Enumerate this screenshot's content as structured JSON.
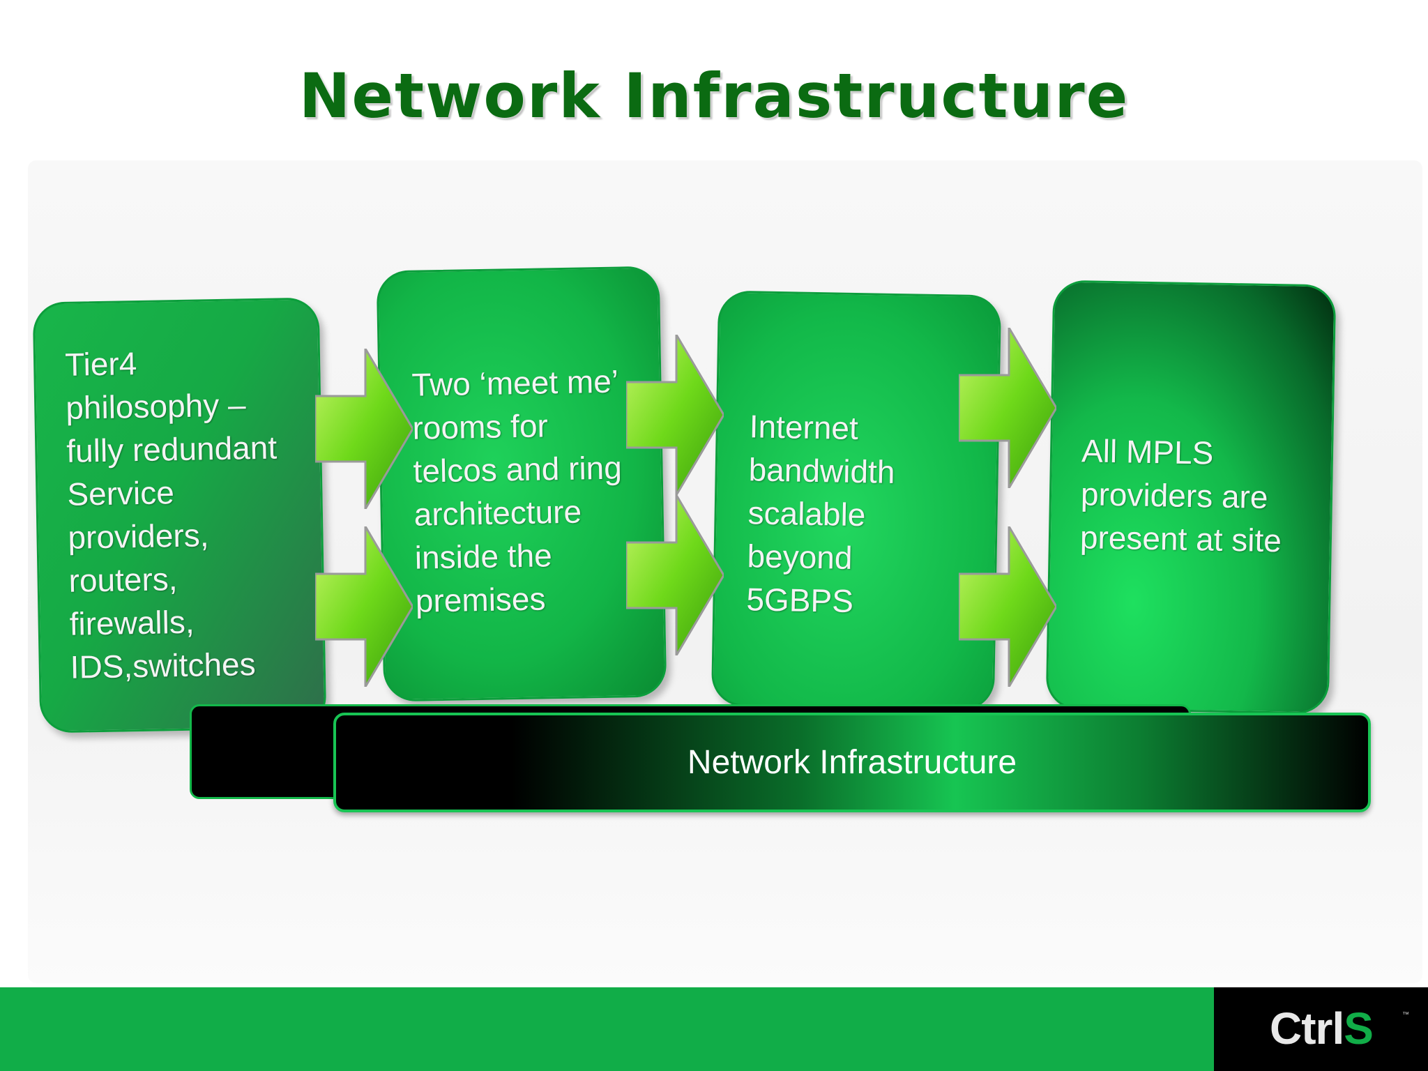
{
  "title": "Network Infrastructure",
  "boxes": [
    {
      "id": "box1",
      "text": "Tier4 philosophy – fully redundant Service providers, routers, firewalls, IDS,switches"
    },
    {
      "id": "box2",
      "text": "Two ‘meet me’ rooms for telcos and ring architecture inside the premises"
    },
    {
      "id": "box3",
      "text": "Internet bandwidth scalable beyond 5GBPS"
    },
    {
      "id": "box4",
      "text": "All MPLS providers are present at site"
    }
  ],
  "box_lines": {
    "box1": [
      "Tier4",
      "philosophy –",
      "fully redundant",
      "Service",
      "providers,",
      "routers,",
      "firewalls,",
      "IDS,switches"
    ],
    "box2": [
      "Two ‘meet me’",
      "rooms for",
      "telcos and ring",
      "architecture",
      "inside the",
      "premises"
    ],
    "box3": [
      "Internet",
      "bandwidth",
      "scalable",
      "beyond",
      "5GBPS"
    ],
    "box4": [
      "All MPLS",
      "providers are",
      "present at site"
    ]
  },
  "bar_label": "Network Infrastructure",
  "logo": {
    "prefix": "Ctrl",
    "suffix": "S",
    "tm": "™"
  },
  "colors": {
    "title_green": "#0b6b12",
    "box_green": "#16b34a",
    "arrow_green": "#7de11c",
    "footer_green": "#11ad48",
    "logo_bg": "#000000"
  }
}
